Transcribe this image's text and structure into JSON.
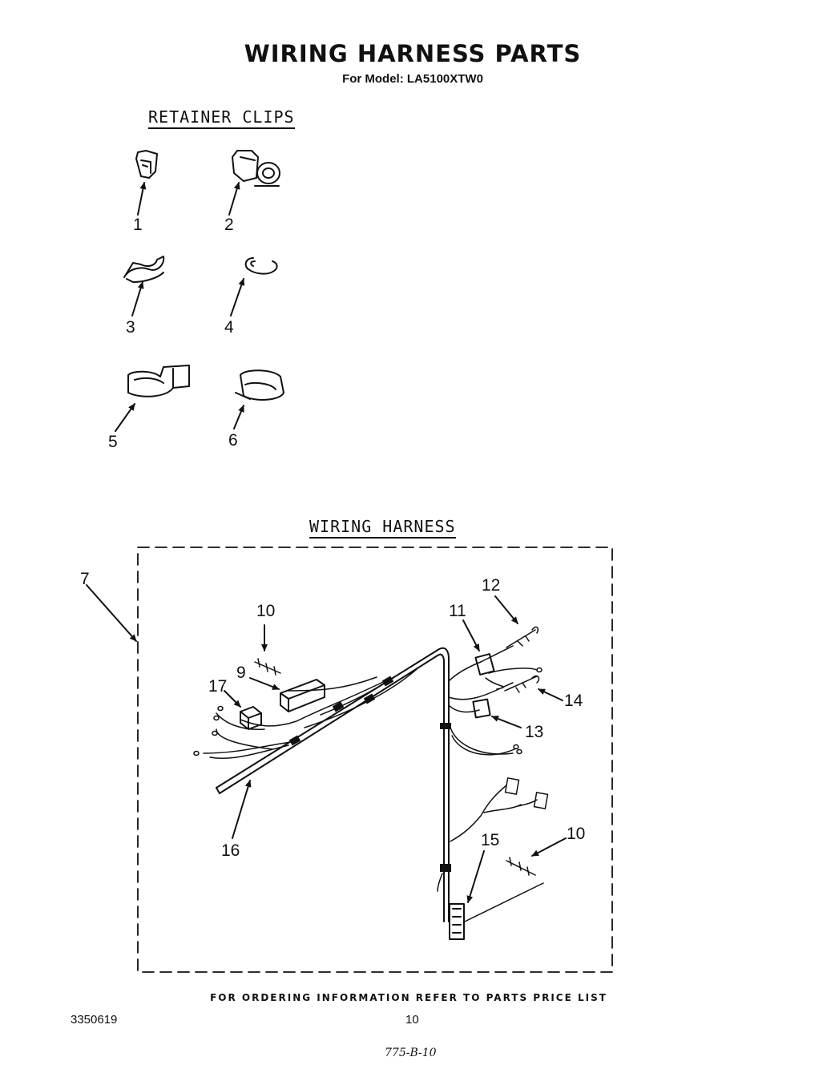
{
  "title": "WIRING HARNESS PARTS",
  "subtitle": "For Model: LA5100XTW0",
  "sections": {
    "retainer_clips": "RETAINER CLIPS",
    "wiring_harness": "WIRING HARNESS"
  },
  "callouts": {
    "c1": "1",
    "c2": "2",
    "c3": "3",
    "c4": "4",
    "c5": "5",
    "c6": "6",
    "c7": "7",
    "c9": "9",
    "c10a": "10",
    "c10b": "10",
    "c11": "11",
    "c12": "12",
    "c13": "13",
    "c14": "14",
    "c15": "15",
    "c16": "16",
    "c17": "17"
  },
  "footer": {
    "ordering_note": "FOR ORDERING INFORMATION REFER TO PARTS PRICE LIST",
    "doc_number": "3350619",
    "page_number": "10",
    "handwritten_note": "775-B-10"
  },
  "colors": {
    "ink": "#111111",
    "paper": "#ffffff"
  }
}
